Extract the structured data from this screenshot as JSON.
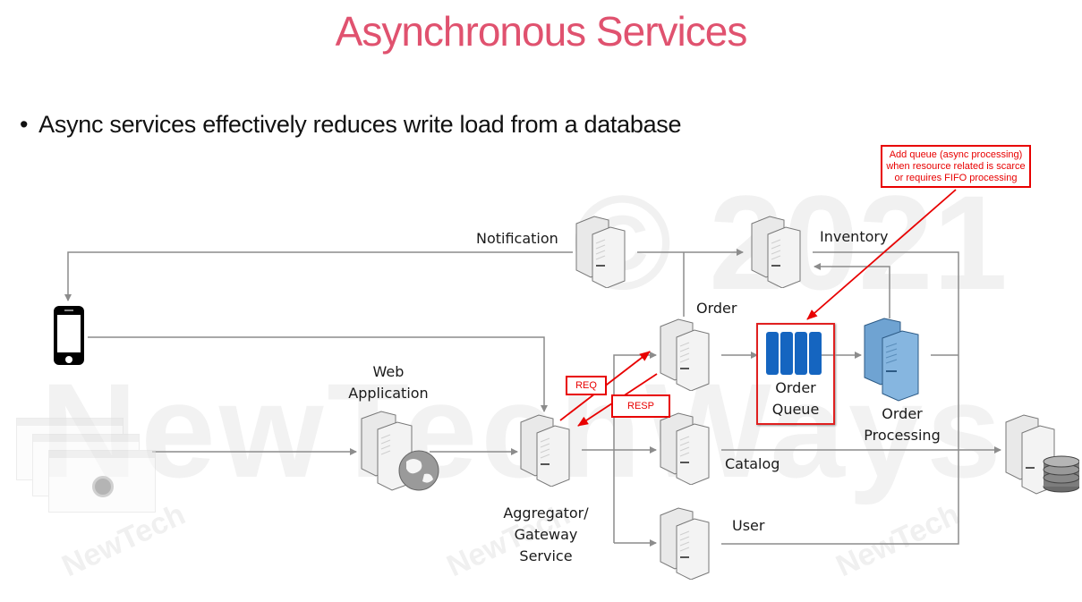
{
  "slide": {
    "title": "Asynchronous Services",
    "bullet": "Async services effectively reduces write load from a database",
    "bullet_marker": "•"
  },
  "watermark": {
    "year": "© 2021",
    "brand": "NewTechWays",
    "small_brand": "NewTech"
  },
  "colors": {
    "title": "#e0526f",
    "annotation": "#e80000",
    "connector": "#8c8c8c",
    "queue_blue": "#1565c0",
    "processing_blue": "#7fb0dc"
  },
  "nodes": {
    "notification": {
      "label": "Notification",
      "icon": "server-icon"
    },
    "inventory": {
      "label": "Inventory",
      "icon": "server-icon"
    },
    "order": {
      "label": "Order",
      "icon": "server-icon"
    },
    "order_queue": {
      "label_line1": "Order",
      "label_line2": "Queue",
      "icon": "queue-icon"
    },
    "order_processing": {
      "label_line1": "Order",
      "label_line2": "Processing",
      "icon": "server-icon"
    },
    "catalog": {
      "label": "Catalog",
      "icon": "server-icon"
    },
    "user": {
      "label": "User",
      "icon": "server-icon"
    },
    "web_application": {
      "label_line1": "Web",
      "label_line2": "Application",
      "icon": "web-server-icon"
    },
    "gateway": {
      "label_line1": "Aggregator/",
      "label_line2": "Gateway",
      "label_line3": "Service",
      "icon": "server-icon"
    },
    "database": {
      "icon": "database-server-icon"
    },
    "mobile": {
      "icon": "mobile-phone-icon"
    },
    "browsers": {
      "icon": "browser-windows-icon"
    }
  },
  "annotations": {
    "queue_note_line1": "Add queue (async processing)",
    "queue_note_line2": "when resource related is scarce",
    "queue_note_line3": "or requires FIFO processing",
    "req": "REQ",
    "resp": "RESP"
  }
}
